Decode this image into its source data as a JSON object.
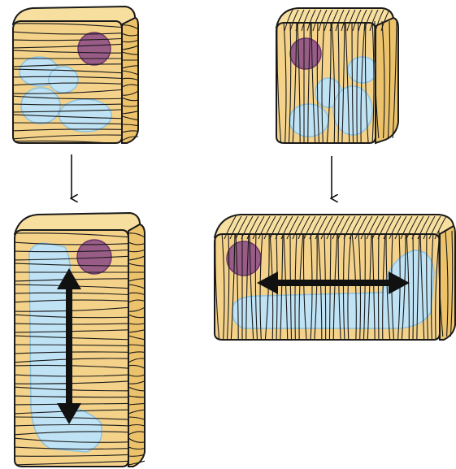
{
  "colors": {
    "background": "#ffffff",
    "cell_front": "#f4d28a",
    "cell_side": "#ecc26a",
    "cell_top": "#f7df9f",
    "vacuole": "#bfe3f5",
    "vacuole_edge": "#8ec3df",
    "nucleus": "#8e4f86",
    "nucleus_edge": "#6d3566",
    "fiber_line": "#1a1a1a",
    "arrow": "#111111"
  },
  "icons": {
    "transition_arrow": "thin-down-arrow",
    "growth_arrow": "double-headed-arrow"
  },
  "panels": [
    {
      "id": "transverse-small",
      "fiber_orientation": "transverse",
      "growth": "none"
    },
    {
      "id": "longitudinal-small",
      "fiber_orientation": "longitudinal",
      "growth": "none"
    },
    {
      "id": "transverse-elongated",
      "fiber_orientation": "transverse",
      "growth": "longitudinal-vertical"
    },
    {
      "id": "longitudinal-expanded",
      "fiber_orientation": "longitudinal",
      "growth": "horizontal"
    }
  ]
}
